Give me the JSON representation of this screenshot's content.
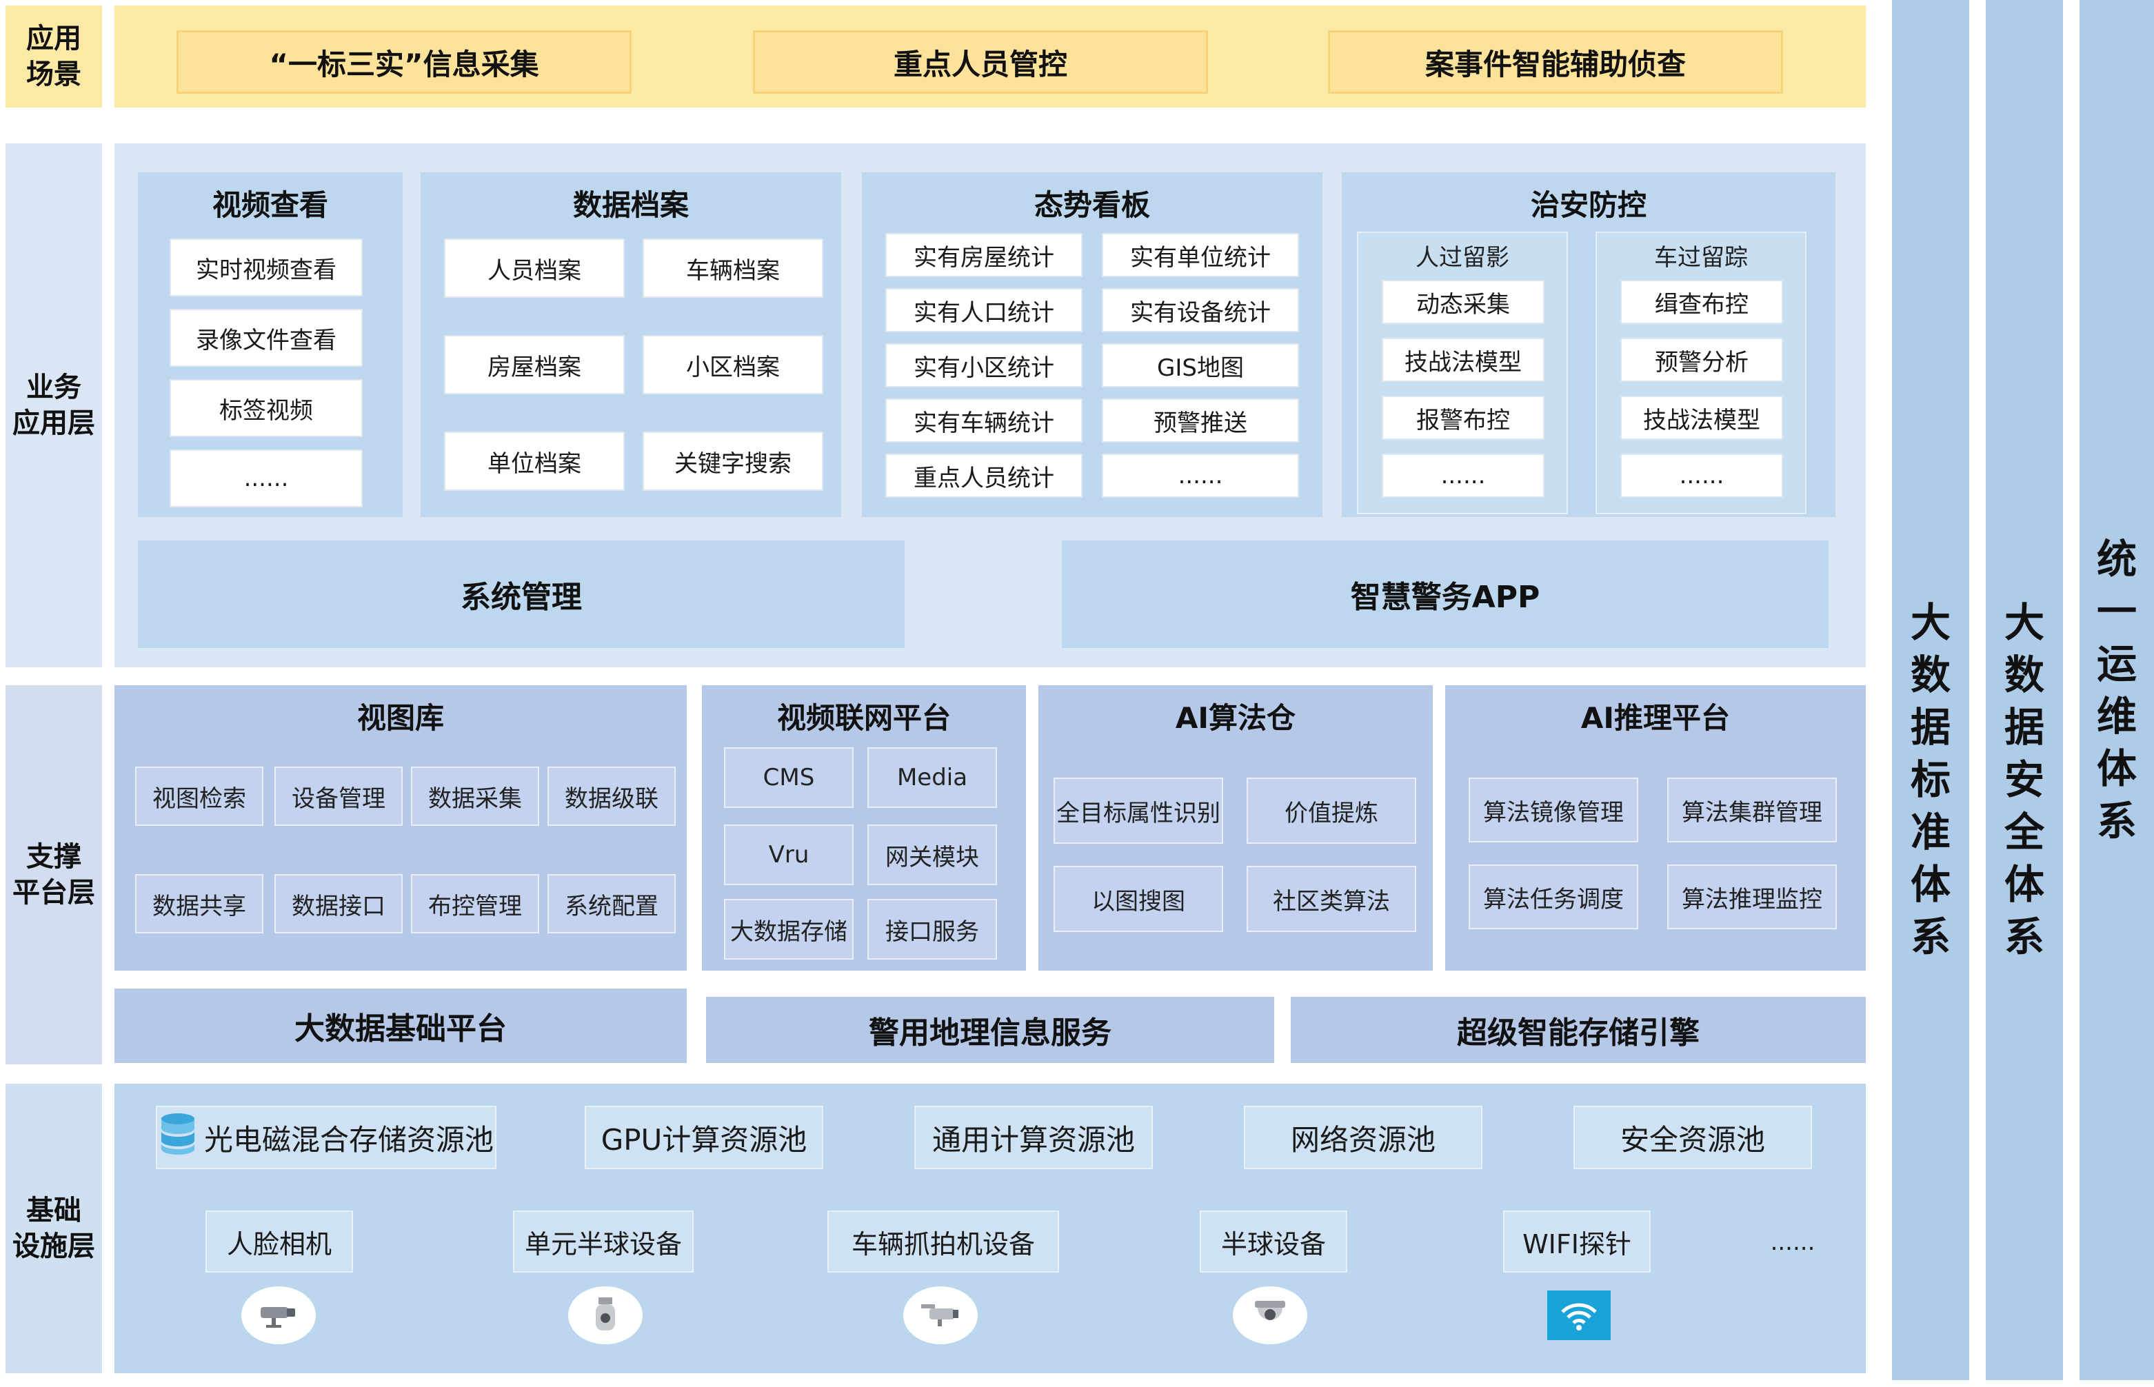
{
  "layers": {
    "scene": [
      "应用",
      "场景"
    ],
    "business": [
      "业务",
      "应用层"
    ],
    "support": [
      "支撑",
      "平台层"
    ],
    "infra": [
      "基础",
      "设施层"
    ]
  },
  "scenes": [
    "“一标三实”信息采集",
    "重点人员管控",
    "案事件智能辅助侦查"
  ],
  "business": {
    "video": {
      "title": "视频查看",
      "items": [
        "实时视频查看",
        "录像文件查看",
        "标签视频",
        "......"
      ]
    },
    "archive": {
      "title": "数据档案",
      "items": [
        "人员档案",
        "车辆档案",
        "房屋档案",
        "小区档案",
        "单位档案",
        "关键字搜索"
      ]
    },
    "dashboard": {
      "title": "态势看板",
      "items": [
        "实有房屋统计",
        "实有单位统计",
        "实有人口统计",
        "实有设备统计",
        "实有小区统计",
        "GIS地图",
        "实有车辆统计",
        "预警推送",
        "重点人员统计",
        "......"
      ]
    },
    "security": {
      "title": "治安防控",
      "person": {
        "title": "人过留影",
        "items": [
          "动态采集",
          "技战法模型",
          "报警布控",
          "......"
        ]
      },
      "vehicle": {
        "title": "车过留踪",
        "items": [
          "缉查布控",
          "预警分析",
          "技战法模型",
          "......"
        ]
      }
    },
    "system_mgmt": "系统管理",
    "police_app": "智慧警务APP"
  },
  "support": {
    "image_lib": {
      "title": "视图库",
      "items": [
        "视图检索",
        "设备管理",
        "数据采集",
        "数据级联",
        "数据共享",
        "数据接口",
        "布控管理",
        "系统配置"
      ]
    },
    "video_net": {
      "title": "视频联网平台",
      "items": [
        "CMS",
        "Media",
        "Vru",
        "网关模块",
        "大数据存储",
        "接口服务"
      ]
    },
    "ai_algo": {
      "title": "AI算法仓",
      "items": [
        "全目标属性识别",
        "价值提炼",
        "以图搜图",
        "社区类算法"
      ]
    },
    "ai_infer": {
      "title": "AI推理平台",
      "items": [
        "算法镜像管理",
        "算法集群管理",
        "算法任务调度",
        "算法推理监控"
      ]
    },
    "bigdata_platform": "大数据基础平台",
    "gis_service": "警用地理信息服务",
    "storage_engine": "超级智能存储引擎"
  },
  "infra": {
    "pools": [
      "光电磁混合存储资源池",
      "GPU计算资源池",
      "通用计算资源池",
      "网络资源池",
      "安全资源池"
    ],
    "devices": [
      "人脸相机",
      "单元半球设备",
      "车辆抓拍机设备",
      "半球设备",
      "WIFI探针",
      "......"
    ],
    "device_icons": [
      "bullet-camera-icon",
      "dome-camera-icon",
      "ptz-camera-icon",
      "hemisphere-camera-icon",
      "wifi-icon"
    ]
  },
  "side": {
    "standard": [
      "大",
      "数",
      "据",
      "标",
      "准",
      "体",
      "系"
    ],
    "security": [
      "大",
      "数",
      "据",
      "安",
      "全",
      "体",
      "系"
    ],
    "ops": [
      "统",
      "一",
      "运",
      "维",
      "体",
      "系"
    ]
  },
  "colors": {
    "scene_band": "#fde9a6",
    "business_band": "#dbe6f5",
    "group_fill": "#bcd7ee",
    "support_fill": "#b6c8e8",
    "side_column": "#aecbe8",
    "wifi_icon": "#1aa3d8"
  }
}
